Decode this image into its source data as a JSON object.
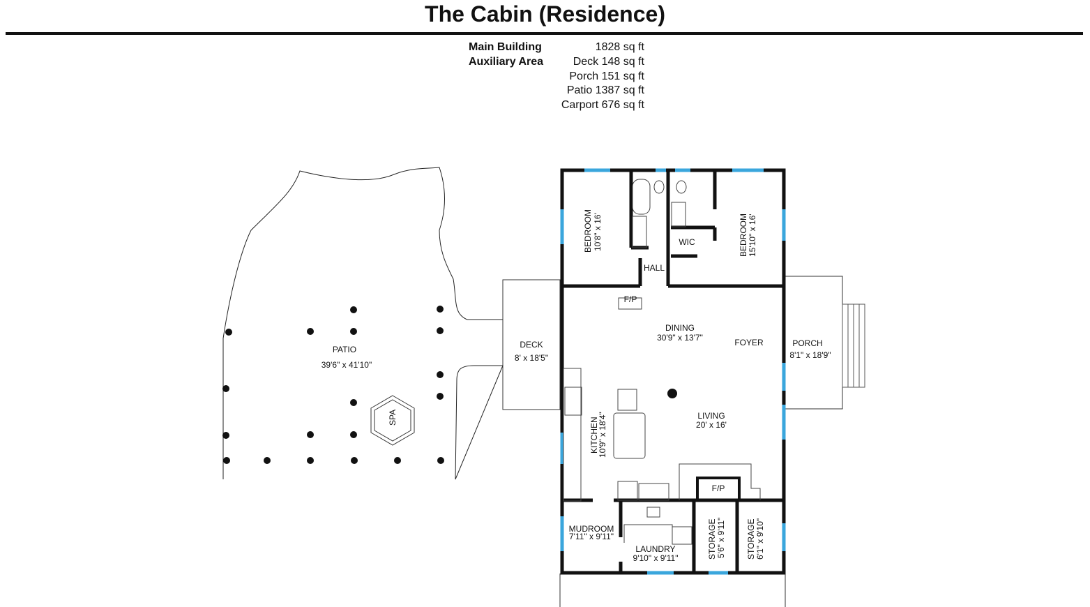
{
  "title": "The Cabin (Residence)",
  "summary": {
    "main_label": "Main Building",
    "main_value": "1828 sq ft",
    "aux_label": "Auxiliary Area",
    "aux_values": [
      "Deck 148 sq ft",
      "Porch 151 sq ft",
      "Patio 1387 sq ft",
      "Carport 676 sq ft"
    ]
  },
  "rooms": {
    "bedroom1": {
      "name": "BEDROOM",
      "dims": "10'8\" x 16'"
    },
    "bedroom2": {
      "name": "BEDROOM",
      "dims": "15'10\" x 16'"
    },
    "wic": {
      "name": "WIC"
    },
    "hall": {
      "name": "HALL"
    },
    "fp1": {
      "name": "F/P"
    },
    "dining": {
      "name": "DINING",
      "dims": "30'9\" x 13'7\""
    },
    "foyer": {
      "name": "FOYER"
    },
    "porch": {
      "name": "PORCH",
      "dims": "8'1\" x 18'9\""
    },
    "deck": {
      "name": "DECK",
      "dims": "8' x 18'5\""
    },
    "patio": {
      "name": "PATIO",
      "dims": "39'6\" x 41'10\""
    },
    "spa": {
      "name": "SPA"
    },
    "kitchen": {
      "name": "KITCHEN",
      "dims": "10'9\" x 18'4\""
    },
    "living": {
      "name": "LIVING",
      "dims": "20' x 16'"
    },
    "fp2": {
      "name": "F/P"
    },
    "mudroom": {
      "name": "MUDROOM",
      "dims": "7'11\" x 9'11\""
    },
    "laundry": {
      "name": "LAUNDRY",
      "dims": "9'10\" x 9'11\""
    },
    "storage1": {
      "name": "STORAGE",
      "dims": "5'6\" x 9'11\""
    },
    "storage2": {
      "name": "STORAGE",
      "dims": "6'1\" x 9'10\""
    }
  },
  "colors": {
    "wall": "#111111",
    "window": "#3aa6dc"
  }
}
